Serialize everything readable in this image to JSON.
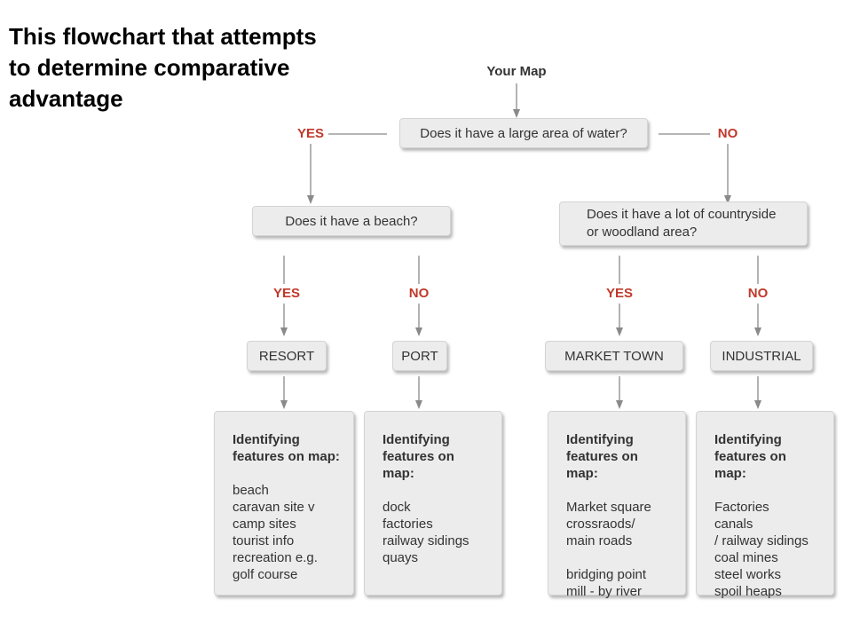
{
  "title": "This flowchart that attempts\nto determine comparative\nadvantage",
  "flow": {
    "start_label": "Your Map",
    "q1": "Does it have a large area of water?",
    "q1_yes": "YES",
    "q1_no": "NO",
    "q2": "Does it have a beach?",
    "q2_yes": "YES",
    "q2_no": "NO",
    "q3": "Does it have a lot of countryside\nor woodland area?",
    "q3_yes": "YES",
    "q3_no": "NO",
    "outcomes": [
      {
        "label": "RESORT",
        "heading": "Identifying\nfeatures on map:",
        "features": [
          "beach",
          "caravan site v",
          "camp sites",
          "tourist info",
          "recreation e.g.",
          "golf course"
        ]
      },
      {
        "label": "PORT",
        "heading": "Identifying\nfeatures on map:",
        "features": [
          "dock",
          "factories",
          "railway sidings",
          "quays"
        ]
      },
      {
        "label": "MARKET TOWN",
        "heading": "Identifying\nfeatures on map:",
        "features": [
          "Market square",
          "crossraods/",
          "main roads",
          "",
          "bridging point",
          "mill - by river"
        ]
      },
      {
        "label": "INDUSTRIAL",
        "heading": "Identifying\nfeatures on map:",
        "features": [
          "Factories",
          "canals",
          "/ railway sidings",
          "coal mines",
          "steel works",
          "spoil heaps"
        ]
      }
    ]
  },
  "colors": {
    "answer_text": "#c0392b",
    "box_fill": "#ececec",
    "connector": "#8a8a8a"
  }
}
